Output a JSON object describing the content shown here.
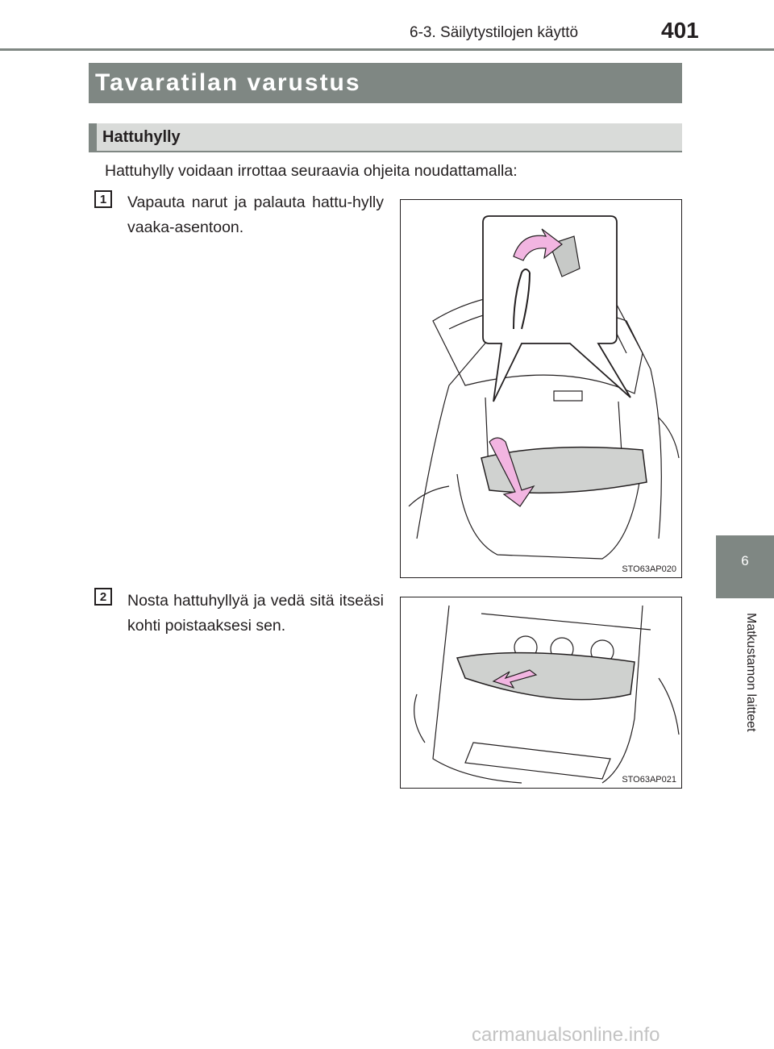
{
  "header": {
    "section": "6-3. Säilytystilojen käyttö",
    "page_number": "401"
  },
  "title": "Tavaratilan varustus",
  "subheading": "Hattuhylly",
  "intro": "Hattuhylly voidaan irrottaa seuraavia ohjeita noudattamalla:",
  "steps": [
    {
      "number": "1",
      "text": "Vapauta narut ja palauta hattu-hylly vaaka-asentoon.",
      "figure_code": "STO63AP020"
    },
    {
      "number": "2",
      "text": "Nosta hattuhyllyä ja vedä sitä itseäsi kohti poistaaksesi sen.",
      "figure_code": "STO63AP021"
    }
  ],
  "side_tab": {
    "number": "6",
    "label": "Matkustamon laitteet"
  },
  "watermark": "carmanualsonline.info",
  "colors": {
    "section_gray": "#7f8783",
    "subheading_bg": "#d9dbd9",
    "arrow_pink": "#f2b5e1"
  }
}
